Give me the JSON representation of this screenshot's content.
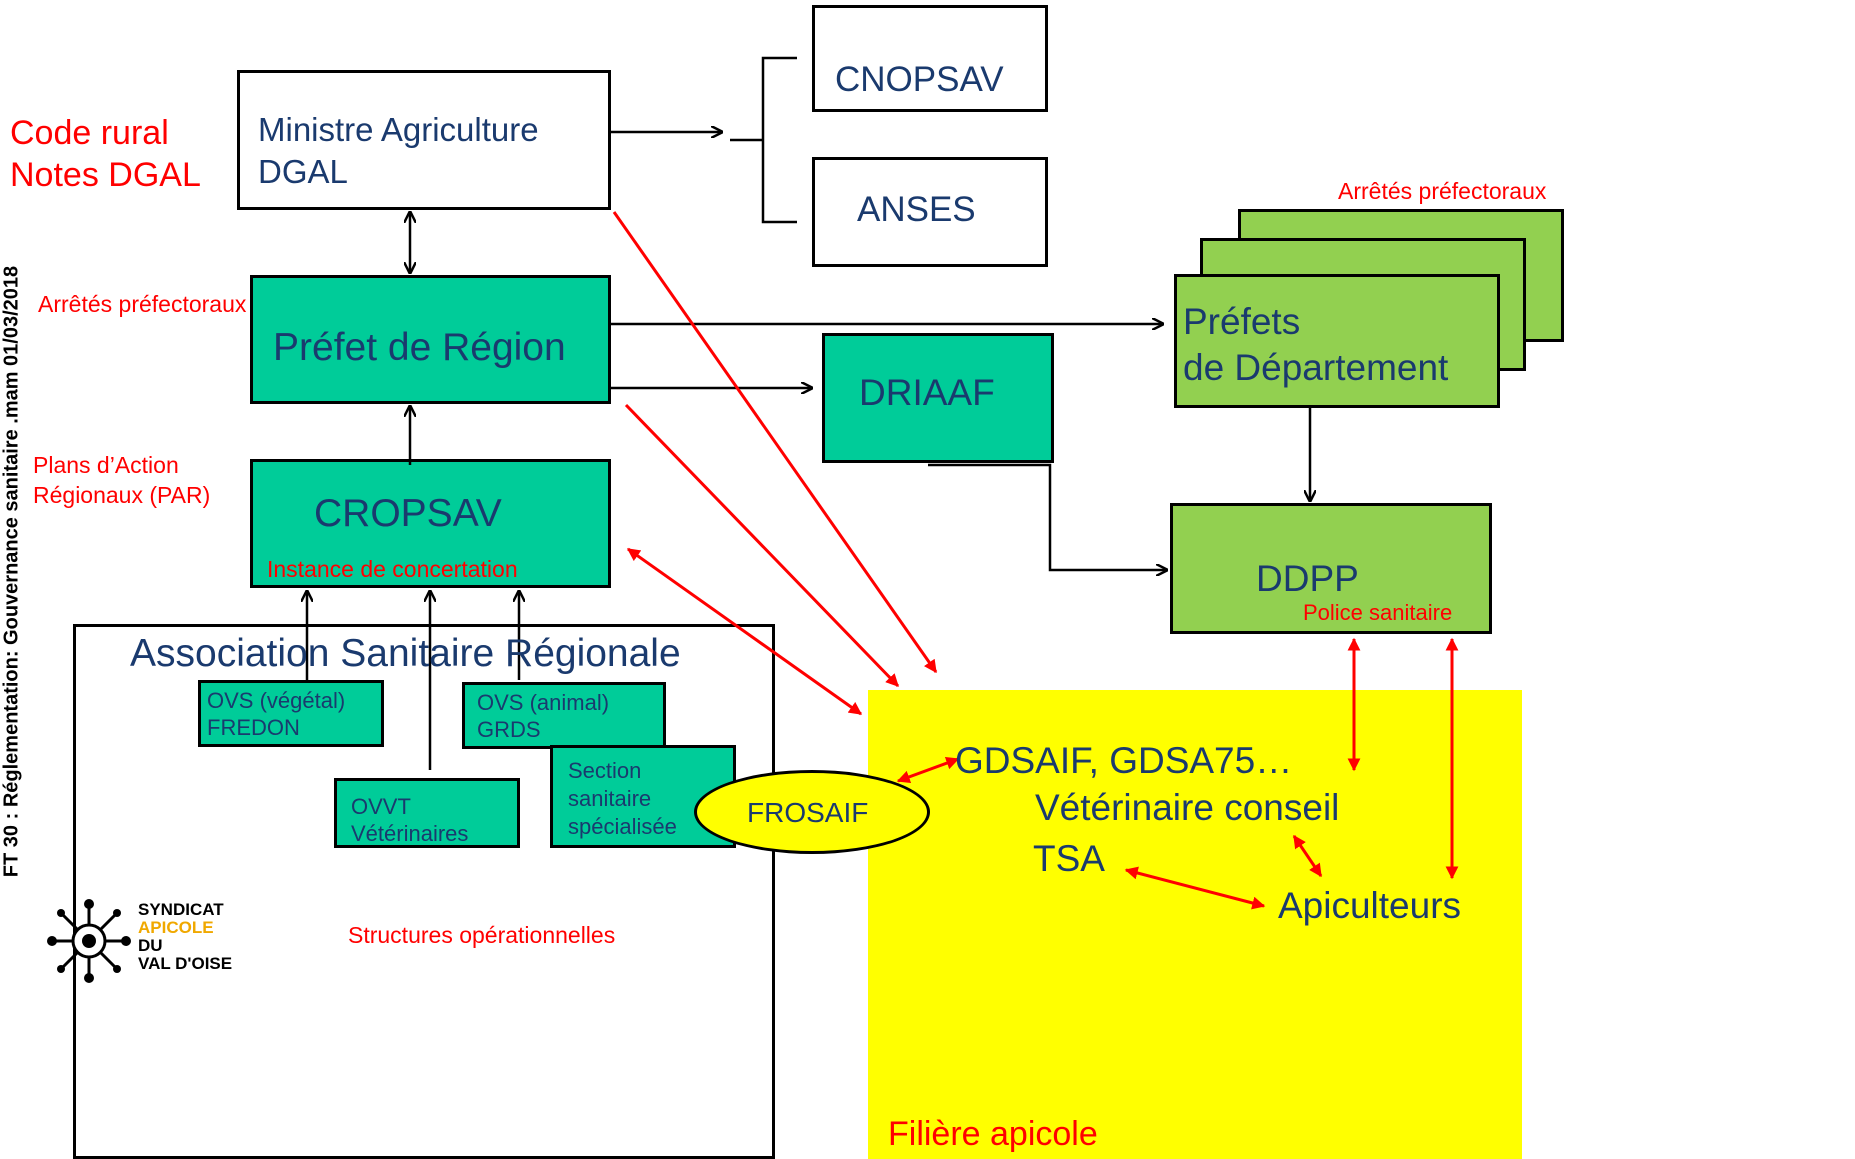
{
  "side_caption": "FT 30 : Réglementation: Gouvernance sanitaire .mam 01/03/2018",
  "left_labels": {
    "code_rural": "Code rural",
    "notes_dgal": "Notes DGAL",
    "arretes_pref": "Arrêtés préfectoraux",
    "plans_action_1": "Plans d’Action",
    "plans_action_2": "Régionaux (PAR)"
  },
  "boxes": {
    "ministre_1": "Ministre Agriculture",
    "ministre_2": "DGAL",
    "cnopsav": "CNOPSAV",
    "anses": "ANSES",
    "prefet_region": "Préfet de Région",
    "driaaf": "DRIAAF",
    "cropsav": "CROPSAV",
    "cropsav_sub": "Instance de concertation",
    "prefets_dept_1": "Préfets",
    "prefets_dept_2": "de Département",
    "arretes_pref_right": "Arrêtés préfectoraux",
    "ddpp": "DDPP",
    "ddpp_sub": "Police sanitaire"
  },
  "association": {
    "title": "Association Sanitaire Régionale",
    "ovs_vegetal_1": "OVS (végétal)",
    "ovs_vegetal_2": "FREDON",
    "ovs_animal_1": "OVS (animal)",
    "ovs_animal_2": "GRDS",
    "ovvt_1": "OVVT",
    "ovvt_2": "Vétérinaires",
    "section_1": "Section",
    "section_2": "sanitaire",
    "section_3": "spécialisée",
    "frosaif": "FROSAIF",
    "structures": "Structures opérationnelles"
  },
  "filiere": {
    "gdsaif": "GDSAIF, GDSA75…",
    "veto_conseil": "Vétérinaire conseil",
    "tsa": "TSA",
    "apiculteurs": "Apiculteurs",
    "title": "Filière apicole"
  },
  "logo": {
    "line1": "SYNDICAT",
    "line2": "APICOLE",
    "line3": "DU",
    "line4": "VAL D'OISE"
  },
  "colors": {
    "teal": "#00cc99",
    "green": "#92d050",
    "yellow": "#ffff00",
    "red": "#ff0000",
    "navy": "#1a3a6e",
    "logo_gold": "#f0a800"
  }
}
